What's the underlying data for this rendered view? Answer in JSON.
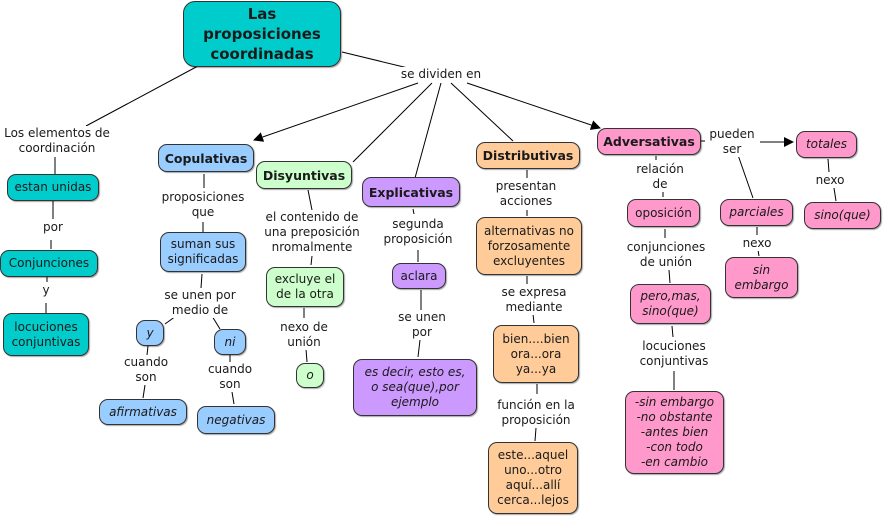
{
  "colors": {
    "teal": "#00cccc",
    "blue": "#99ccff",
    "green": "#ccffcc",
    "purple": "#cc99ff",
    "orange": "#ffcc99",
    "pink": "#ff99cc",
    "line": "#000000"
  },
  "nodes": {
    "root": "Las proposiciones\ncoordinadas",
    "estan_unidas": "estan unidas",
    "conjunciones": "Conjunciones",
    "locuciones_conjuntivas": "locuciones\nconjuntivas",
    "copulativas": "Copulativas",
    "suman": "suman sus\nsignificadas",
    "y": "y",
    "ni": "ni",
    "afirmativas": "afirmativas",
    "negativas": "negativas",
    "disyuntivas": "Disyuntivas",
    "excluye": "excluye el\nde la otra",
    "o": "o",
    "explicativas": "Explicativas",
    "aclara": "aclara",
    "es_decir": "es decir, esto es,\no sea(que),por\nejemplo",
    "distributivas": "Distributivas",
    "alternativas": "alternativas no\nforzosamente\nexcluyentes",
    "bien": "bien....bien\nora...ora\nya...ya",
    "este": "este...aquel\nuno...otro\naquí...allí\ncerca...lejos",
    "adversativas": "Adversativas",
    "oposicion": "oposición",
    "pero": "pero,mas,\nsino(que)",
    "sin_embargo_list": "-sin embargo\n-no obstante\n-antes bien\n-con todo\n-en cambio",
    "parciales": "parciales",
    "sin_embargo": "sin\nembargo",
    "totales": "totales",
    "sino_que": "sino(que)"
  },
  "links": {
    "se_dividen_en": "se dividen en",
    "los_elementos": "Los elementos de\ncoordinación",
    "por": "por",
    "y": "y",
    "proposiciones_que": "proposiciones\nque",
    "se_unen_por_medio": "se unen por\nmedio de",
    "cuando_son_1": "cuando\nson",
    "cuando_son_2": "cuando\nson",
    "el_contenido": "el contenido de\nuna preposición\nnromalmente",
    "nexo_de_union": "nexo de\nunión",
    "segunda_proposicion": "segunda\nproposición",
    "se_unen_por": "se unen\npor",
    "presentan_acciones": "presentan\nacciones",
    "se_expresa_mediante": "se expresa\nmediante",
    "funcion": "función en la\nproposición",
    "relacion_de": "relación\nde",
    "conjunciones_de_union": "conjunciones\nde unión",
    "locuciones_conjuntivas": "locuciones\nconjuntivas",
    "pueden_ser": "pueden\nser",
    "nexo_1": "nexo",
    "nexo_2": "nexo"
  }
}
